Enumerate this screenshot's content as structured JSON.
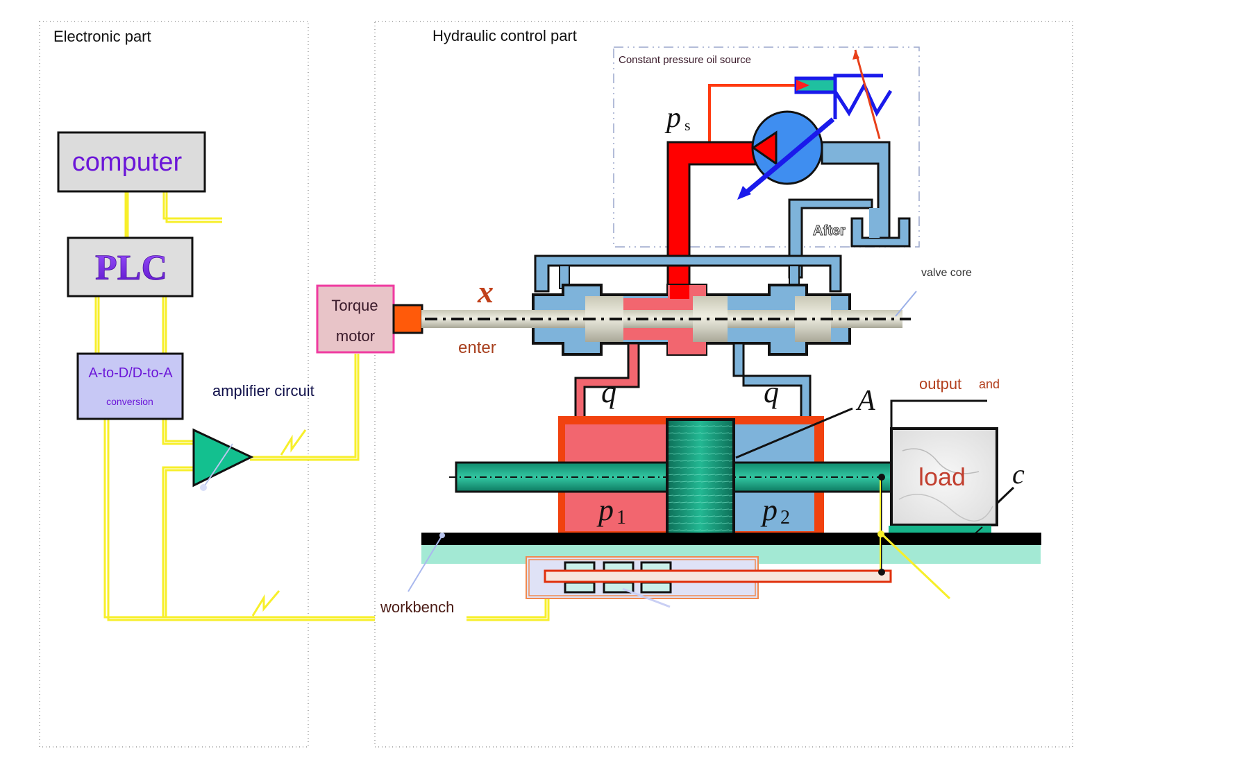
{
  "sections": {
    "electronic": {
      "title": "Electronic part"
    },
    "hydraulic": {
      "title": "Hydraulic control part"
    },
    "oil_source": {
      "title": "Constant pressure oil source"
    }
  },
  "blocks": {
    "computer": {
      "label": "computer"
    },
    "plc": {
      "label": "PLC"
    },
    "adda": {
      "line1": "A-to-D/D-to-A",
      "line2": "conversion"
    },
    "amplifier": {
      "label": "amplifier circuit"
    },
    "torque_motor": {
      "line1": "Torque",
      "line2": "motor"
    },
    "load": {
      "label": "load"
    }
  },
  "labels": {
    "valve_core": "valve core",
    "tank": "After",
    "spool_displacement_symbol": "x",
    "spool_displacement_text": "enter",
    "supply_pressure": {
      "symbol": "p",
      "subscript": "s"
    },
    "flow_left": "q",
    "flow_right": "q",
    "chamber_left": {
      "symbol": "p",
      "subscript": "1"
    },
    "chamber_right": {
      "symbol": "p",
      "subscript": "2"
    },
    "piston_area": "A",
    "damping": "c",
    "output_text_1": "output",
    "output_text_2": "and",
    "workbench": "workbench"
  },
  "colors": {
    "signal_wire": "#f7ef2a",
    "high_pressure": "#ff0000",
    "chamber_high": "#f2666f",
    "low_pressure": "#7eb3da",
    "pump": "#3f8ef0",
    "control_blue": "#1a1aeb",
    "piston_rod": "#1fa98a",
    "workbench": "#a3e9d4",
    "torque_motor_fill": "#e8c4c8",
    "torque_motor_border": "#ef3aa0",
    "actuator_box": "#f1420f",
    "title_purple": "#6b16d8",
    "adda_fill": "#c7c8f5",
    "amp_fill": "#13c08f",
    "output_text": "#b3401e"
  }
}
